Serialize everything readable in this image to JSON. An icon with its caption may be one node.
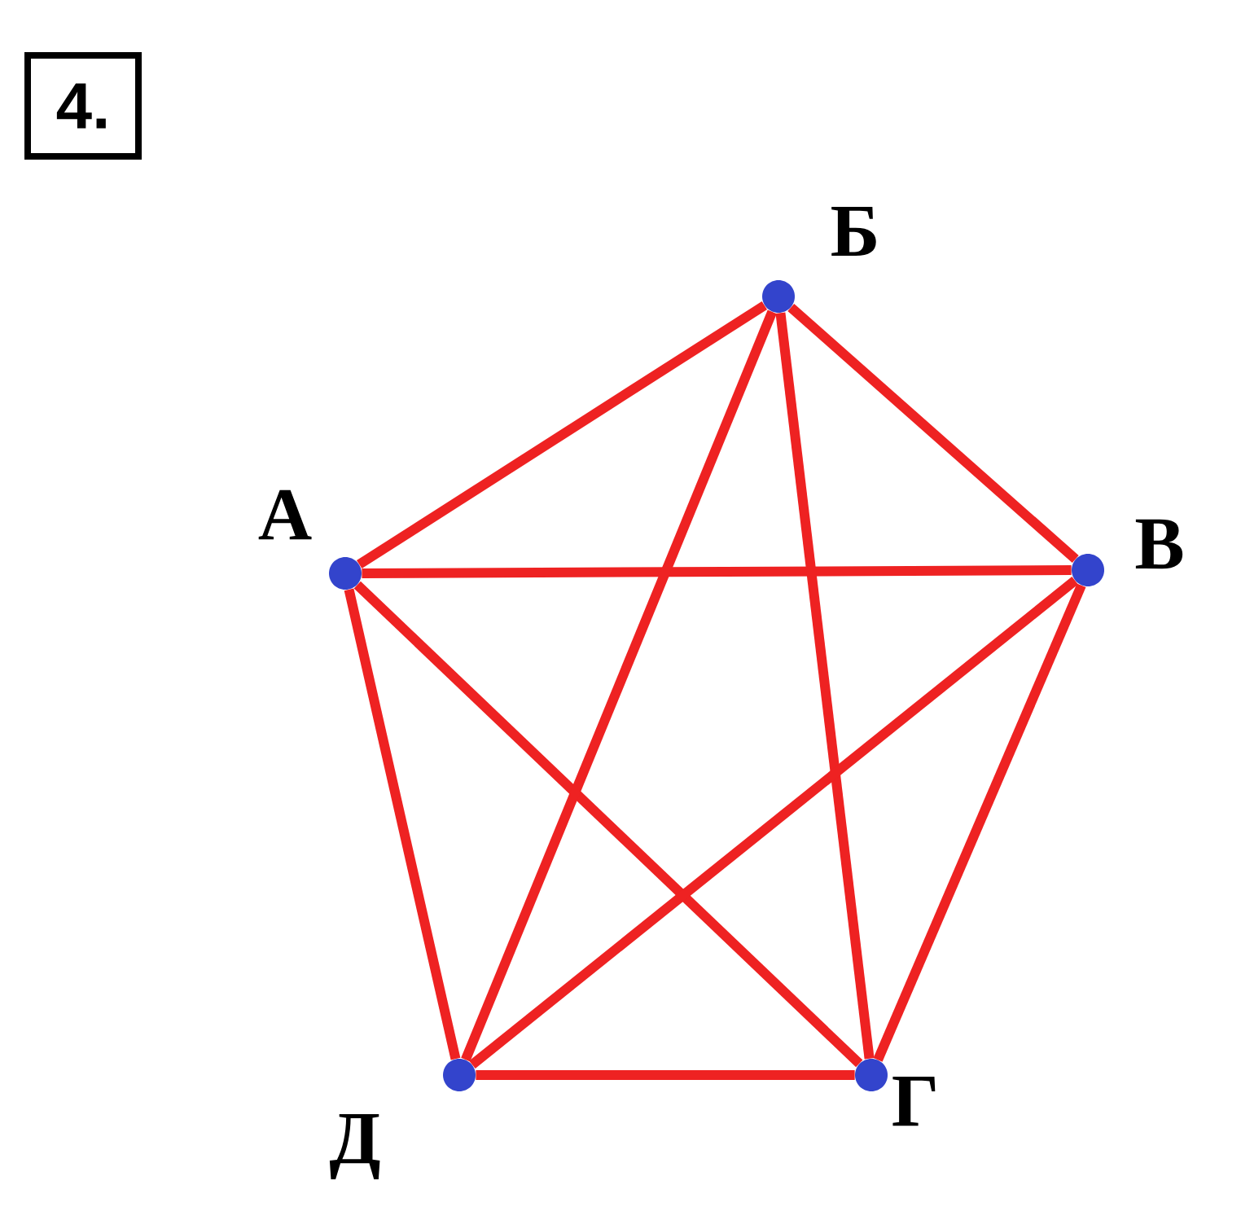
{
  "diagram": {
    "nodes": [
      {
        "text": [
          "4."
        ]
      },
      {
        "text": [],
        "shape": "circle",
        "beside": [
          "Б"
        ]
      },
      {
        "text": [],
        "shape": "circle",
        "beside": [
          "А"
        ]
      },
      {
        "text": [],
        "shape": "circle",
        "beside": [
          "В"
        ]
      },
      {
        "text": [],
        "shape": "circle",
        "beside": [
          "Д"
        ]
      },
      {
        "text": [],
        "shape": "circle",
        "beside": [
          "Г"
        ]
      }
    ],
    "edges": [
      {
        "from": 2,
        "to": 1,
        "arrow": "none"
      },
      {
        "from": 1,
        "to": 3,
        "arrow": "none"
      },
      {
        "from": 2,
        "to": 3,
        "arrow": "none"
      },
      {
        "from": 2,
        "to": 5,
        "arrow": "none"
      },
      {
        "from": 2,
        "to": 4,
        "arrow": "none"
      },
      {
        "from": 1,
        "to": 4,
        "arrow": "none"
      },
      {
        "from": 1,
        "to": 5,
        "arrow": "none"
      },
      {
        "from": 3,
        "to": 4,
        "arrow": "none"
      },
      {
        "from": 3,
        "to": 5,
        "arrow": "none"
      },
      {
        "from": 4,
        "to": 5,
        "arrow": "none"
      }
    ]
  }
}
